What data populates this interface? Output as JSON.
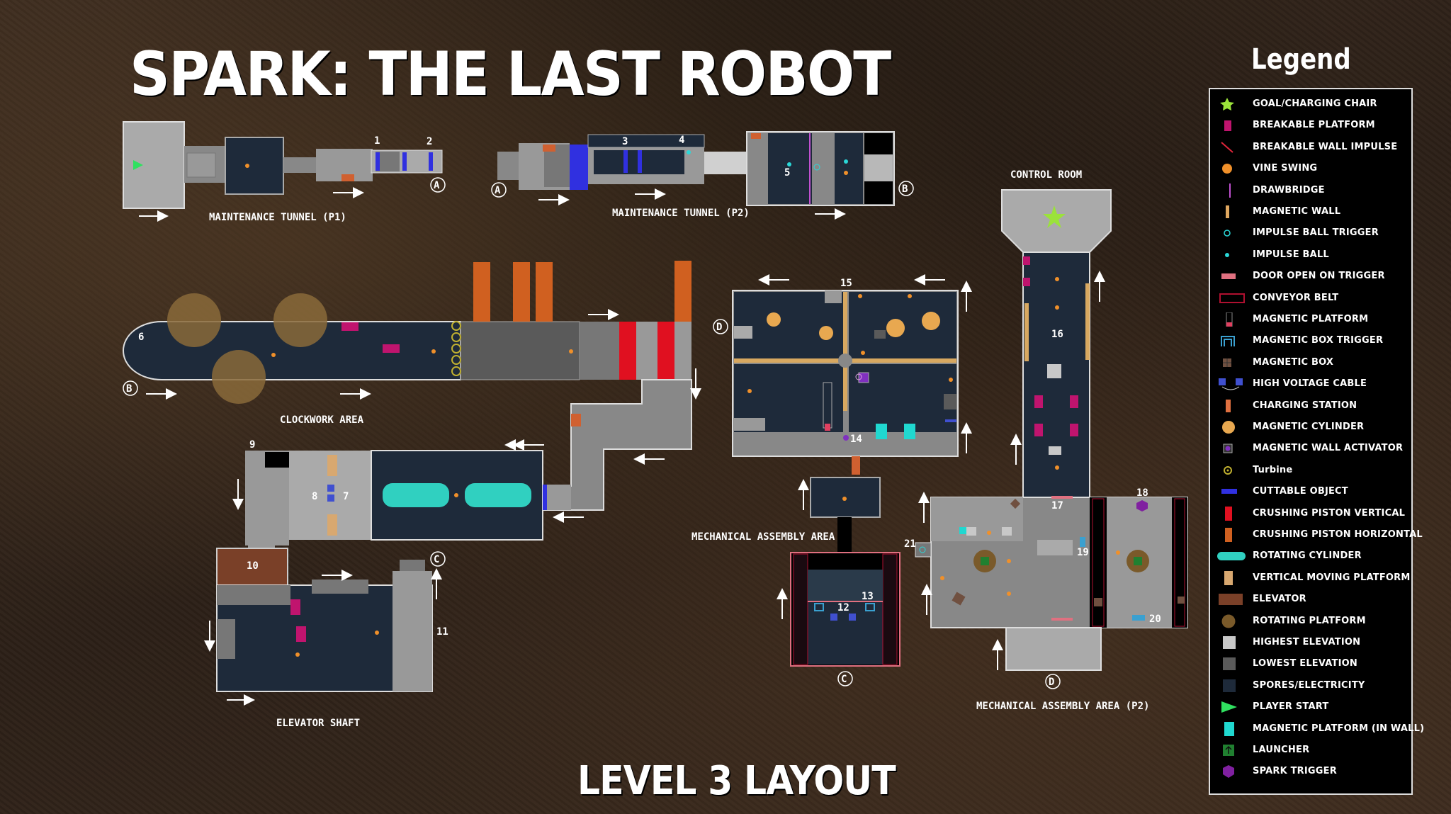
{
  "title": "SPARK: THE LAST ROBOT",
  "subtitle": "LEVEL 3 LAYOUT",
  "map": {
    "labels": {
      "maint1": "MAINTENANCE TUNNEL (P1)",
      "maint2": "MAINTENANCE TUNNEL (P2)",
      "clockwork": "CLOCKWORK AREA",
      "elevator_shaft": "ELEVATOR SHAFT",
      "mech": "MECHANICAL ASSEMBLY AREA",
      "mech2": "MECHANICAL ASSEMBLY AREA (P2)",
      "control": "CONTROL ROOM"
    },
    "markers": {
      "A": "A",
      "B": "B",
      "C": "C",
      "D": "D"
    },
    "numbers": {
      "n1": "1",
      "n2": "2",
      "n3": "3",
      "n4": "4",
      "n5": "5",
      "n6": "6",
      "n7": "7",
      "n8": "8",
      "n9": "9",
      "n10": "10",
      "n11": "11",
      "n12": "12",
      "n13": "13",
      "n14": "14",
      "n15": "15",
      "n16": "16",
      "n17": "17",
      "n18": "18",
      "n19": "19",
      "n20": "20",
      "n21": "21"
    }
  },
  "legend": {
    "title": "Legend",
    "items": [
      {
        "label": "GOAL/CHARGING CHAIR",
        "icon": "star-icon",
        "color": "#9be23a"
      },
      {
        "label": "BREAKABLE PLATFORM",
        "icon": "breakable-platform-icon",
        "color": "#c0146e"
      },
      {
        "label": "BREAKABLE WALL IMPULSE",
        "icon": "breakable-wall-icon",
        "color": "#e0253a"
      },
      {
        "label": "VINE SWING",
        "icon": "vine-swing-icon",
        "color": "#f0902a"
      },
      {
        "label": "DRAWBRIDGE",
        "icon": "drawbridge-icon",
        "color": "#c050d0"
      },
      {
        "label": "MAGNETIC WALL",
        "icon": "magnetic-wall-icon",
        "color": "#e0a860"
      },
      {
        "label": "IMPULSE BALL TRIGGER",
        "icon": "impulse-trigger-icon",
        "color": "#2ad8d8"
      },
      {
        "label": "IMPULSE BALL",
        "icon": "impulse-ball-icon",
        "color": "#2ad8d8"
      },
      {
        "label": "DOOR OPEN ON TRIGGER",
        "icon": "door-icon",
        "color": "#e07080"
      },
      {
        "label": "CONVEYOR BELT",
        "icon": "conveyor-icon",
        "color": "#b01030"
      },
      {
        "label": "MAGNETIC PLATFORM",
        "icon": "magnetic-platform-icon",
        "color": "#e04060"
      },
      {
        "label": "MAGNETIC BOX TRIGGER",
        "icon": "box-trigger-icon",
        "color": "#3aa0d0"
      },
      {
        "label": "MAGNETIC BOX",
        "icon": "magnetic-box-icon",
        "color": "#705040"
      },
      {
        "label": "HIGH VOLTAGE CABLE",
        "icon": "cable-icon",
        "color": "#4050d0"
      },
      {
        "label": "CHARGING STATION",
        "icon": "charging-station-icon",
        "color": "#e07040"
      },
      {
        "label": "MAGNETIC CYLINDER",
        "icon": "magnetic-cylinder-icon",
        "color": "#e8a850"
      },
      {
        "label": "MAGNETIC WALL ACTIVATOR",
        "icon": "wall-activator-icon",
        "color": "#8030c0"
      },
      {
        "label": "Turbine",
        "icon": "turbine-icon",
        "color": "#c0b030"
      },
      {
        "label": "CUTTABLE OBJECT",
        "icon": "cuttable-icon",
        "color": "#3030e0"
      },
      {
        "label": "CRUSHING PISTON VERTICAL",
        "icon": "piston-vertical-icon",
        "color": "#e01020"
      },
      {
        "label": "CRUSHING PISTON HORIZONTAL",
        "icon": "piston-horizontal-icon",
        "color": "#d06020"
      },
      {
        "label": "ROTATING CYLINDER",
        "icon": "rotating-cylinder-icon",
        "color": "#30d0c0"
      },
      {
        "label": "VERTICAL MOVING PLATFORM",
        "icon": "vertical-platform-icon",
        "color": "#d8a870"
      },
      {
        "label": "ELEVATOR",
        "icon": "elevator-icon",
        "color": "#7a4028"
      },
      {
        "label": "ROTATING PLATFORM",
        "icon": "rotating-platform-icon",
        "color": "#7a5a2a"
      },
      {
        "label": "HIGHEST ELEVATION",
        "icon": "highest-elevation-icon",
        "color": "#c8c8c8"
      },
      {
        "label": "LOWEST ELEVATION",
        "icon": "lowest-elevation-icon",
        "color": "#5a5a5a"
      },
      {
        "label": "SPORES/ELECTRICITY",
        "icon": "spores-icon",
        "color": "#1e2a3a"
      },
      {
        "label": "PLAYER START",
        "icon": "player-start-icon",
        "color": "#30e060"
      },
      {
        "label": "MAGNETIC PLATFORM (IN WALL)",
        "icon": "wall-platform-icon",
        "color": "#20d8d0"
      },
      {
        "label": "LAUNCHER",
        "icon": "launcher-icon",
        "color": "#208030"
      },
      {
        "label": "SPARK TRIGGER",
        "icon": "spark-trigger-icon",
        "color": "#8020a0"
      }
    ]
  }
}
